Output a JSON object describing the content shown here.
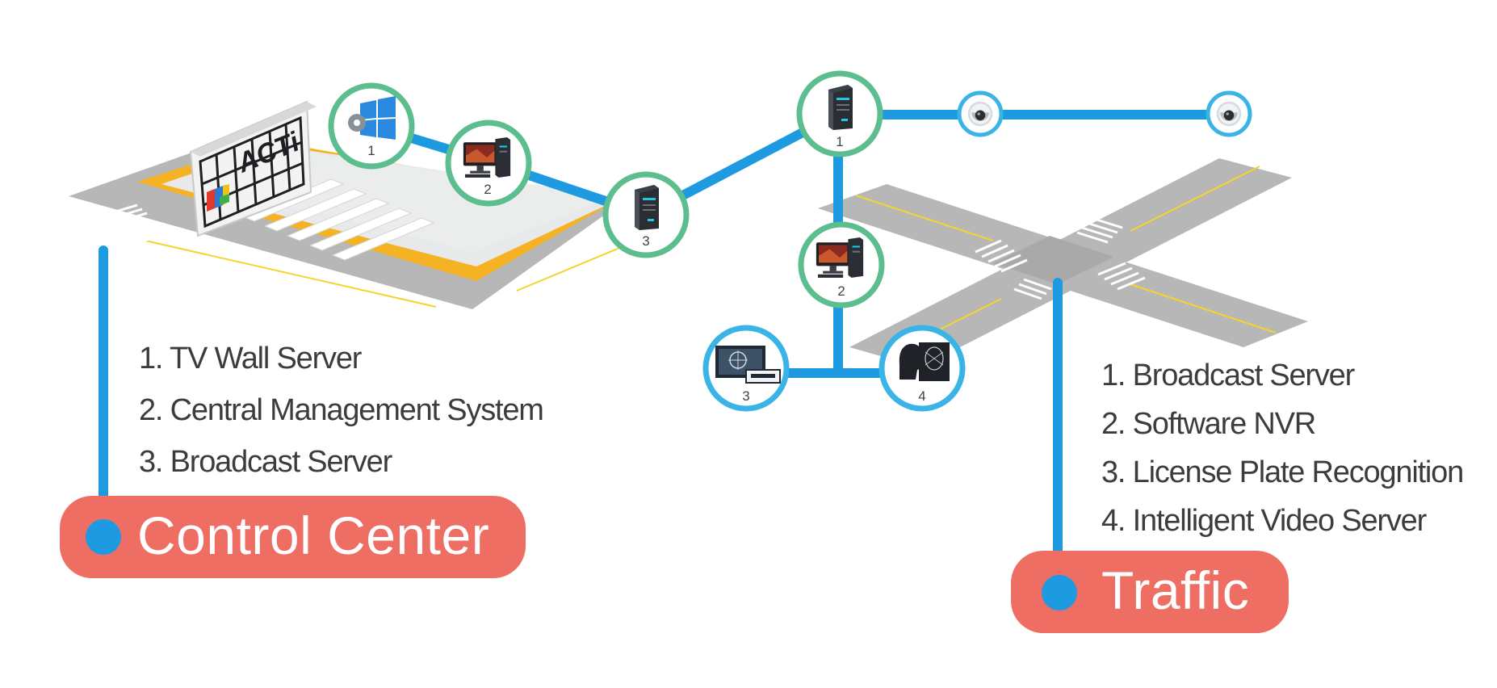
{
  "colors": {
    "line": "#1e9ae0",
    "ring_green": "#5cbd8e",
    "ring_blue": "#3ab4e6",
    "road": "#b3b3b3",
    "road_line": "#f2d530",
    "border_orange": "#f5b324",
    "label_pill": "#ee6e64"
  },
  "control_center": {
    "title": "Control Center",
    "logo_text": "ACTi",
    "items": [
      "1. TV Wall Server",
      "2. Central Management System",
      "3. Broadcast Server"
    ],
    "nodes": [
      {
        "number": "1",
        "icon": "windows-gear-icon"
      },
      {
        "number": "2",
        "icon": "workstation-icon"
      },
      {
        "number": "3",
        "icon": "server-tower-icon"
      }
    ]
  },
  "traffic": {
    "title": "Traffic",
    "items": [
      "1. Broadcast Server",
      "2. Software NVR",
      "3. License Plate Recognition",
      "4. Intelligent Video Server"
    ],
    "nodes": [
      {
        "number": "1",
        "icon": "server-tower-icon"
      },
      {
        "number": "2",
        "icon": "workstation-icon"
      },
      {
        "number": "3",
        "icon": "license-plate-icon"
      },
      {
        "number": "4",
        "icon": "face-recognition-icon"
      }
    ],
    "cameras": [
      {
        "icon": "dome-camera-icon"
      },
      {
        "icon": "dome-camera-icon"
      }
    ]
  }
}
